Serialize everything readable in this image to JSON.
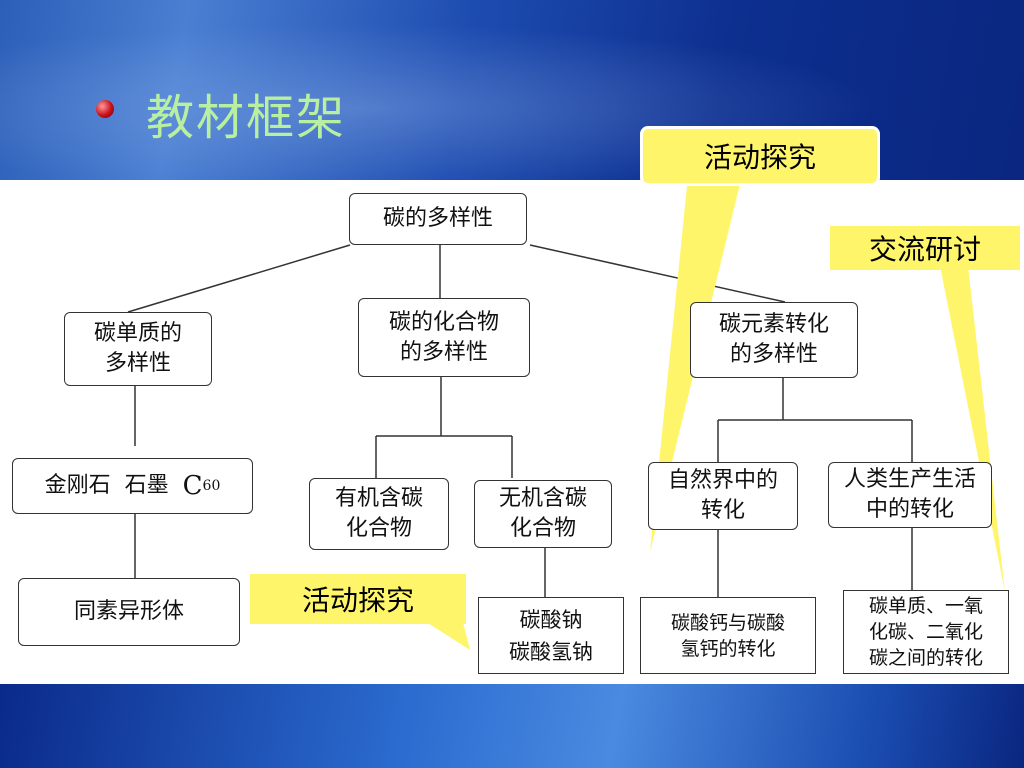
{
  "title": "教材框架",
  "diagram": {
    "root": "碳的多样性",
    "level1": [
      "碳单质的",
      "多样性",
      "碳的化合物",
      "的多样性",
      "碳元素转化",
      "的多样性"
    ],
    "diamond": {
      "main": "金刚石  石墨  ",
      "c": "C",
      "sub": "60"
    },
    "allotrope": "同素异形体",
    "organic": [
      "有机含碳",
      "化合物"
    ],
    "inorganic": [
      "无机含碳",
      "化合物"
    ],
    "nature": [
      "自然界中的",
      "转化"
    ],
    "human": [
      "人类生产生活",
      "中的转化"
    ],
    "carbonates": [
      "碳酸钠",
      "碳酸氢钠"
    ],
    "calcium": [
      "碳酸钙与碳酸",
      "氢钙的转化"
    ],
    "oxides": [
      "碳单质、一氧",
      "化碳、二氧化",
      "碳之间的转化"
    ]
  },
  "callouts": {
    "activity_top": "活动探究",
    "exchange": "交流研讨",
    "activity_bottom": "活动探究"
  },
  "colors": {
    "callout": "#fff56a",
    "title": "#b8f0a0"
  }
}
